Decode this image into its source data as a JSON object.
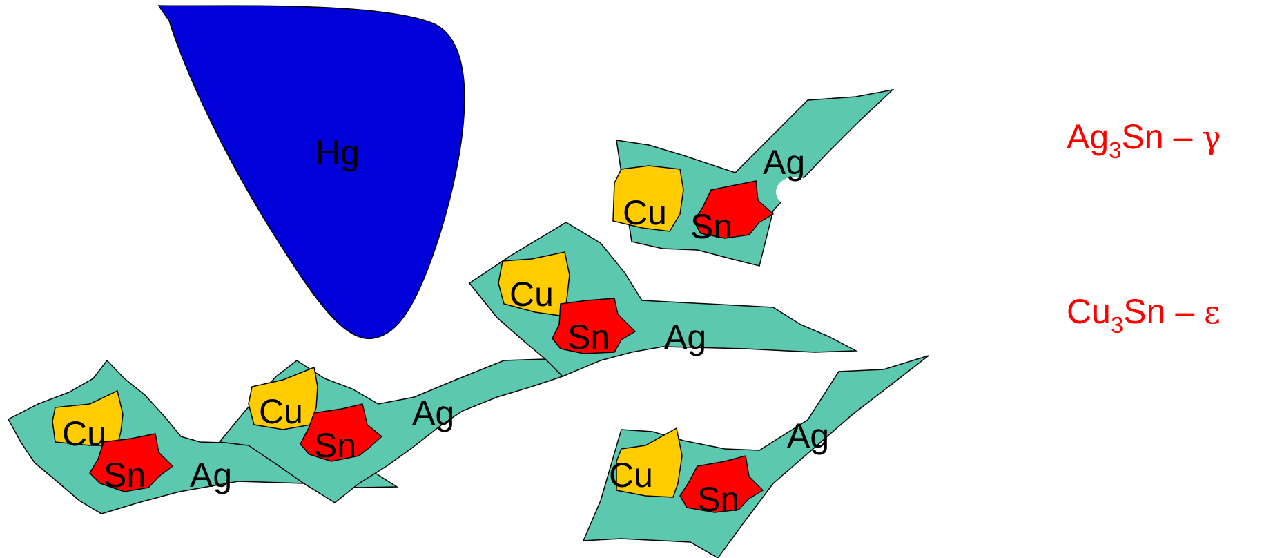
{
  "colors": {
    "mercury": "#0000d8",
    "silver_matrix": "#5cc8b0",
    "copper": "#ffcc00",
    "tin": "#ff0000",
    "label": "#000000",
    "phase_text": "#ff0000"
  },
  "hg": {
    "label": "Hg"
  },
  "particles": [
    {
      "matrix_label": "Ag",
      "cu_label": "Cu",
      "sn_label": "Sn"
    },
    {
      "matrix_label": "Ag",
      "cu_label": "Cu",
      "sn_label": "Sn"
    },
    {
      "matrix_label": "Ag",
      "cu_label": "Cu",
      "sn_label": "Sn"
    },
    {
      "matrix_label": "Ag",
      "cu_label": "Cu",
      "sn_label": "Sn"
    },
    {
      "matrix_label": "Ag",
      "cu_label": "Cu",
      "sn_label": "Sn"
    }
  ],
  "legend": [
    {
      "prefix": "Ag",
      "subscript": "3",
      "suffix": "Sn – ",
      "greek": "γ"
    },
    {
      "prefix": "Cu",
      "subscript": "3",
      "suffix": "Sn – ",
      "greek": "ε"
    }
  ]
}
